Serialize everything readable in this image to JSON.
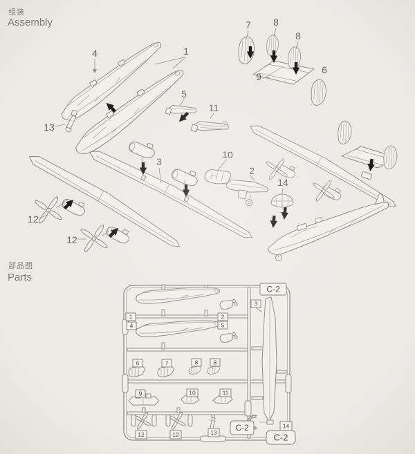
{
  "assembly": {
    "title_cn": "组装",
    "title_en": "Assembly",
    "callouts": [
      {
        "n": "4"
      },
      {
        "n": "1"
      },
      {
        "n": "13"
      },
      {
        "n": "5"
      },
      {
        "n": "11"
      },
      {
        "n": "7"
      },
      {
        "n": "8"
      },
      {
        "n": "8"
      },
      {
        "n": "9"
      },
      {
        "n": "6"
      },
      {
        "n": "3"
      },
      {
        "n": "10"
      },
      {
        "n": "2"
      },
      {
        "n": "12"
      },
      {
        "n": "12"
      },
      {
        "n": "14"
      }
    ]
  },
  "parts": {
    "title_cn": "部品图",
    "title_en": "Parts",
    "sprue_code_corner": "C-2",
    "sprue_code_mid": "C-2",
    "sprue_code_bottom": "C-2",
    "labels": [
      {
        "n": "1"
      },
      {
        "n": "4"
      },
      {
        "n": "2"
      },
      {
        "n": "5"
      },
      {
        "n": "3"
      },
      {
        "n": "6"
      },
      {
        "n": "7"
      },
      {
        "n": "8"
      },
      {
        "n": "8"
      },
      {
        "n": "9"
      },
      {
        "n": "10"
      },
      {
        "n": "11"
      },
      {
        "n": "12"
      },
      {
        "n": "12"
      },
      {
        "n": "13"
      },
      {
        "n": "14"
      }
    ]
  },
  "colors": {
    "background": "#ECEAE5",
    "line_art": "#8E8C87",
    "callout_text": "#68665f",
    "assembly_arrow": "#1d1c1a"
  }
}
